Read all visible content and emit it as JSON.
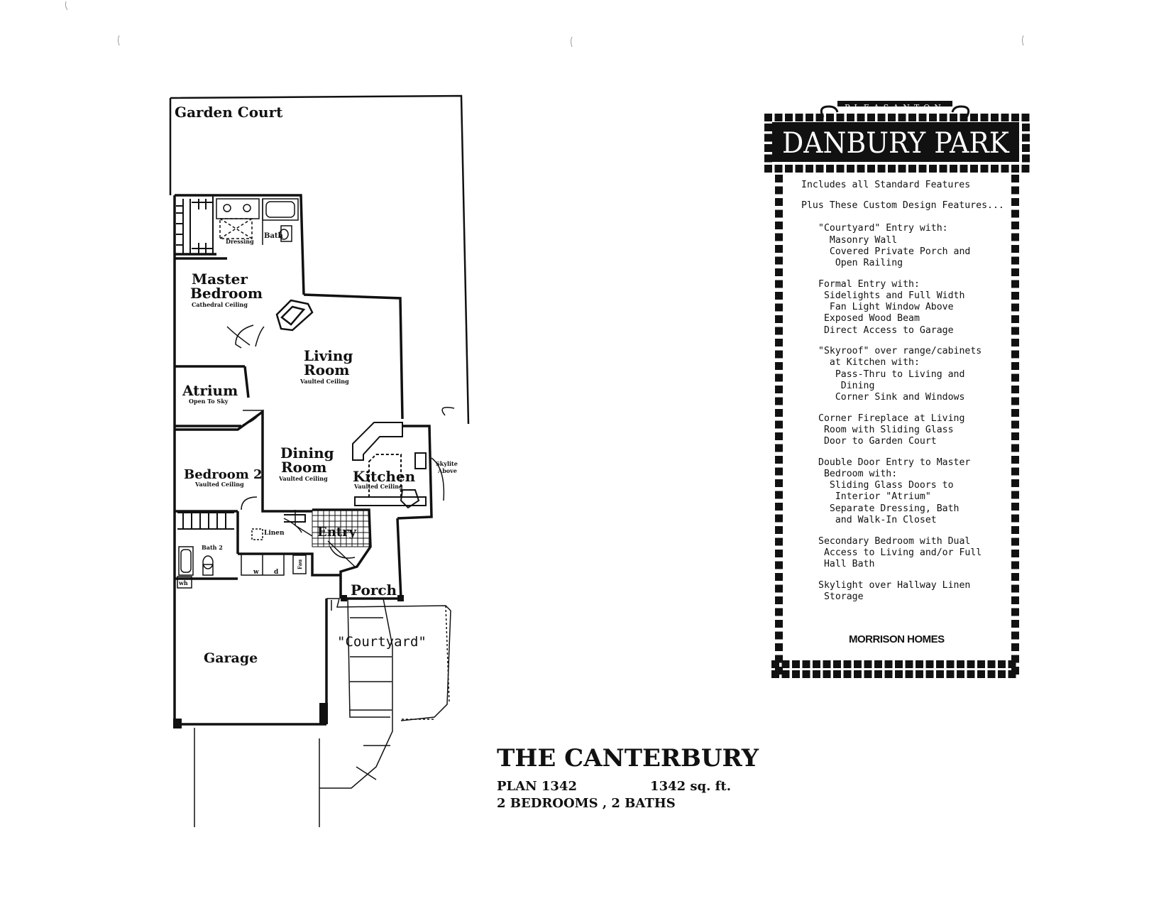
{
  "floorplan": {
    "rooms": {
      "garden_court": "Garden Court",
      "bath": "Bath",
      "dressing": "Dressing",
      "master_line1": "Master",
      "master_line2": "Bedroom",
      "master_sub": "Cathedral Ceiling",
      "living_line1": "Living",
      "living_line2": "Room",
      "living_sub": "Vaulted Ceiling",
      "atrium": "Atrium",
      "atrium_sub": "Open To Sky",
      "dining_line1": "Dining",
      "dining_line2": "Room",
      "dining_sub": "Vaulted Ceiling",
      "bedroom2": "Bedroom 2",
      "bedroom2_sub": "Vaulted Ceiling",
      "kitchen": "Kitchen",
      "kitchen_sub": "Vaulted Ceiling",
      "skylite_line1": "Skylite",
      "skylite_line2": "Above",
      "linen": "Linen",
      "entry": "Entry",
      "bath2": "Bath 2",
      "washer": "w",
      "dryer": "d",
      "fau": "Fau",
      "wh": "wh",
      "porch": "Porch",
      "courtyard": "\"Courtyard\"",
      "garage": "Garage"
    }
  },
  "title": {
    "name": "THE CANTERBURY",
    "plan": "PLAN 1342",
    "sqft": "1342 sq. ft.",
    "rooms": "2 BEDROOMS , 2 BATHS"
  },
  "brand": {
    "top": "PLEASANTON",
    "name": "DANBURY PARK",
    "builder": "MORRISON HOMES"
  },
  "features": {
    "intro1": "Includes all Standard Features",
    "intro2": "Plus These Custom Design Features...",
    "groups": [
      [
        "\"Courtyard\" Entry with:",
        "  Masonry Wall",
        "  Covered Private Porch and",
        "   Open Railing"
      ],
      [
        "Formal Entry with:",
        " Sidelights and Full Width",
        "  Fan Light Window Above",
        " Exposed Wood Beam",
        " Direct Access to Garage"
      ],
      [
        "\"Skyroof\" over range/cabinets",
        "  at Kitchen with:",
        "   Pass-Thru to Living and",
        "    Dining",
        "   Corner Sink and Windows"
      ],
      [
        "Corner Fireplace at Living",
        " Room with Sliding Glass",
        " Door to Garden Court"
      ],
      [
        "Double Door Entry to Master",
        " Bedroom with:",
        "  Sliding Glass Doors to",
        "   Interior \"Atrium\"",
        "  Separate Dressing, Bath",
        "   and Walk-In Closet"
      ],
      [
        "Secondary Bedroom with Dual",
        " Access to Living and/or Full",
        " Hall Bath"
      ],
      [
        "Skylight over Hallway Linen",
        " Storage"
      ]
    ]
  }
}
